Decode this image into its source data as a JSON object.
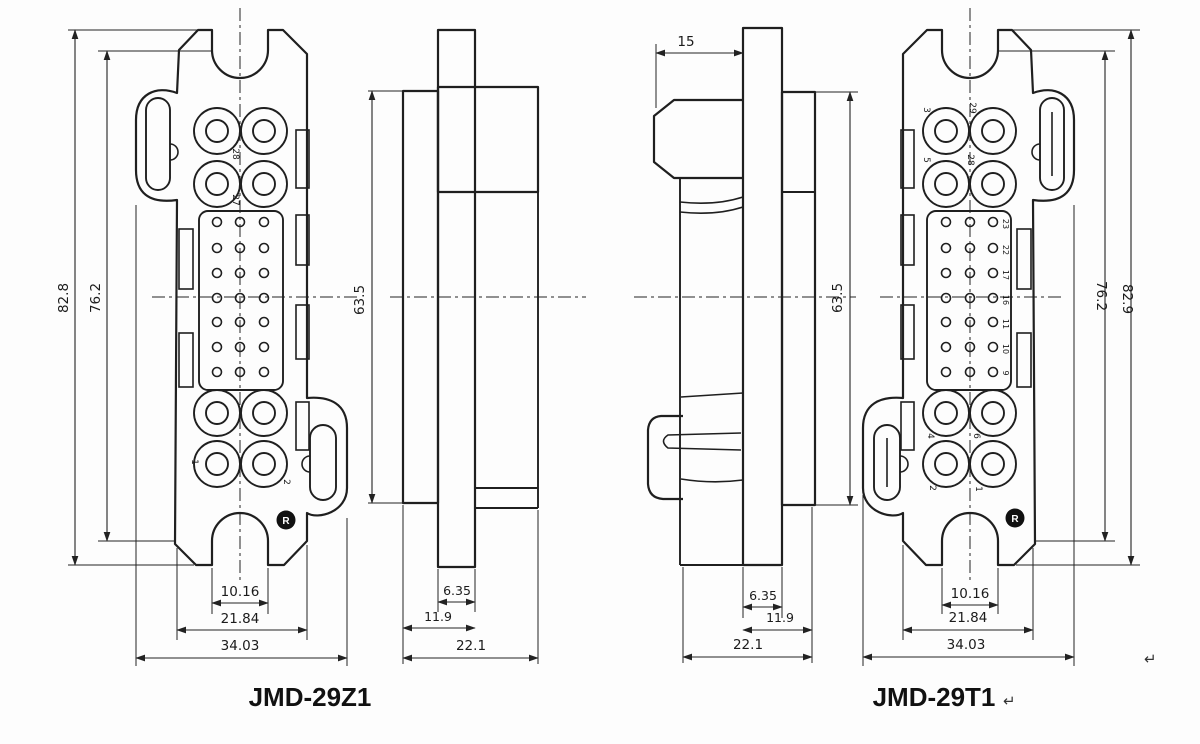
{
  "captions": {
    "z1": "JMD-29Z1",
    "t1": "JMD-29T1",
    "return_mark": "↵",
    "stray_mark": "↵"
  },
  "z1_front": {
    "dim_overall_height": "82.8",
    "dim_body_height": "76.2",
    "dim_notch_width": "10.16",
    "dim_body_width": "21.84",
    "dim_overall_width": "34.03",
    "pin_labels": [
      "28",
      "27",
      "1",
      "2"
    ],
    "brand_mark": "R"
  },
  "z1_side": {
    "dim_height": "63.5",
    "dim_tab_width": "6.35",
    "dim_step_width": "11.9",
    "dim_total_depth": "22.1"
  },
  "t1_side": {
    "dim_plug_depth": "15",
    "dim_height": "63.5",
    "dim_tab_width": "6.35",
    "dim_step_width": "11.9",
    "dim_total_depth": "22.1"
  },
  "t1_front": {
    "dim_body_height": "76.2",
    "dim_overall_height": "82.9",
    "dim_notch_width": "10.16",
    "dim_body_width": "21.84",
    "dim_overall_width": "34.03",
    "pin_labels_top": [
      "3",
      "29",
      "5",
      "28"
    ],
    "pin_labels_bottom": [
      "4",
      "6",
      "2",
      "1"
    ],
    "grid_pin_labels": [
      "23",
      "22",
      "17",
      "16",
      "11",
      "10",
      "9"
    ],
    "brand_mark": "R"
  }
}
